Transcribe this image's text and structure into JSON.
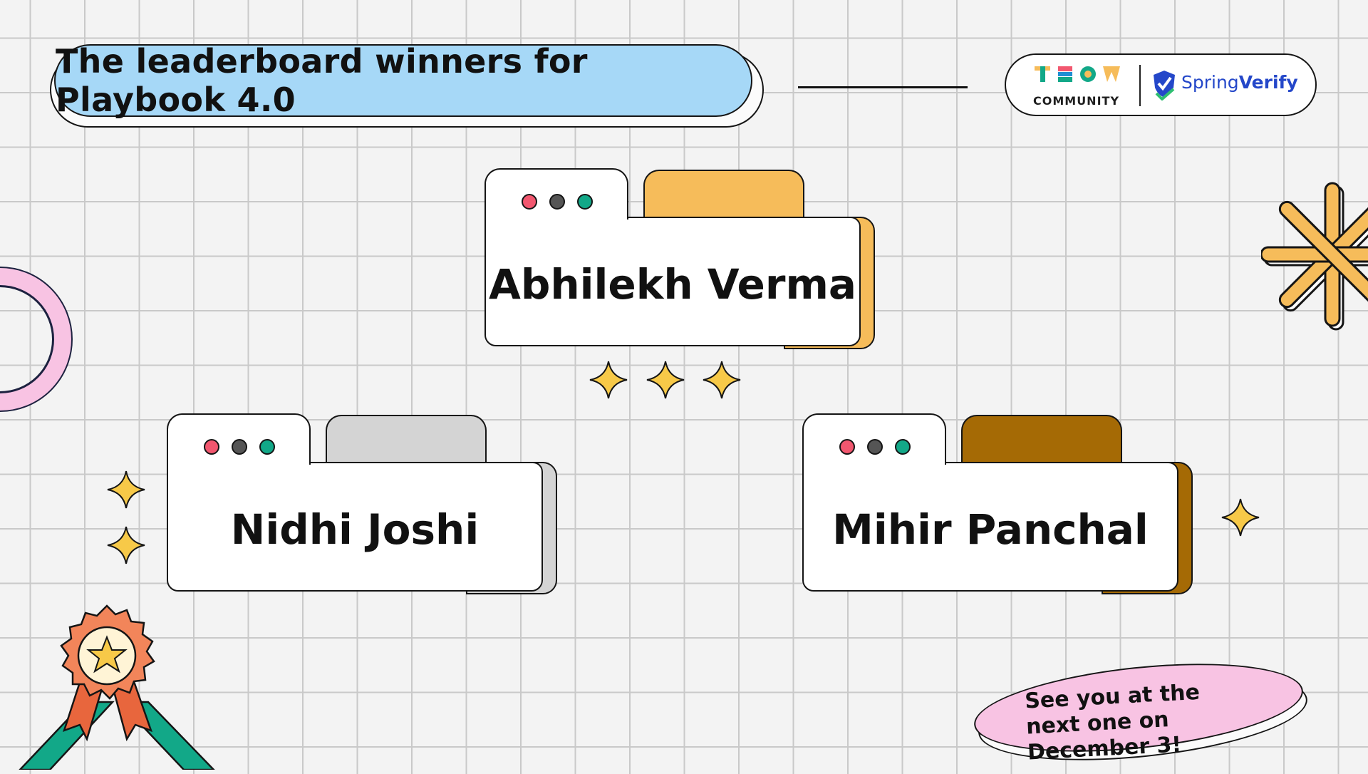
{
  "title": "The leaderboard winners for Playbook 4.0",
  "logos": {
    "community": "COMMUNITY",
    "spring_light": "Spring",
    "spring_bold": "Verify"
  },
  "winners": [
    {
      "name": "Abhilekh Verma",
      "accent": "#f6bc5a"
    },
    {
      "name": "Nidhi Joshi",
      "accent": "#d4d4d4"
    },
    {
      "name": "Mihir Panchal",
      "accent": "#a56a05"
    }
  ],
  "note": "See you at the next one on December 3!",
  "colors": {
    "title_bg": "#a6d8f7",
    "note_bg": "#f8c3e3",
    "star": "#f7c948",
    "grid_bg": "#f3f3f3"
  },
  "icons": [
    "sparkle-icon",
    "asterisk-icon",
    "ring-icon",
    "award-badge-icon",
    "tsow-logo",
    "springverify-shield-icon"
  ]
}
